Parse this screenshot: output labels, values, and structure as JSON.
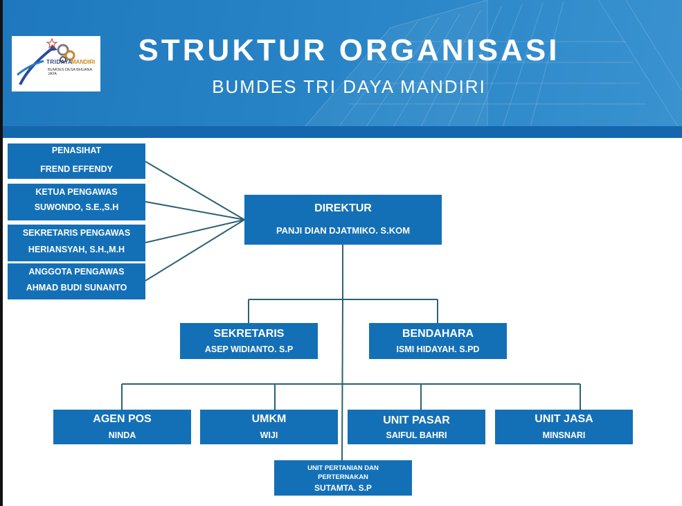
{
  "header": {
    "title": "STRUKTUR ORGANISASI",
    "subtitle": "BUMDES TRI DAYA MANDIRI",
    "logo": {
      "brand_part1": "TRIDAYA",
      "brand_part2": "MANDIRI",
      "tagline": "BUMDES DESA BHUANA JAYA"
    }
  },
  "colors": {
    "header_bg": "#2a86c8",
    "box_bg": "#1470b6",
    "connector": "#2a6174"
  },
  "pengawas": [
    {
      "role": "PENASIHAT",
      "name": "FREND EFFENDY"
    },
    {
      "role": "KETUA PENGAWAS",
      "name": "SUWONDO, S.E.,S.H"
    },
    {
      "role": "SEKRETARIS PENGAWAS",
      "name": "HERIANSYAH, S.H.,M.H"
    },
    {
      "role": "ANGGOTA PENGAWAS",
      "name": "AHMAD BUDI SUNANTO"
    }
  ],
  "direktur": {
    "role": "DIREKTUR",
    "name": "PANJI DIAN DJATMIKO. S.KOM"
  },
  "staff": [
    {
      "role": "SEKRETARIS",
      "name": "ASEP WIDIANTO. S.P"
    },
    {
      "role": "BENDAHARA",
      "name": "ISMI HIDAYAH. S.PD"
    }
  ],
  "units": [
    {
      "role": "AGEN POS",
      "name": "NINDA"
    },
    {
      "role": "UMKM",
      "name": "WIJI"
    },
    {
      "role": "UNIT PASAR",
      "name": "SAIFUL BAHRI"
    },
    {
      "role": "UNIT JASA",
      "name": "MINSNARI"
    },
    {
      "role": "UNIT PERTANIAN DAN PERTERNAKAN",
      "name": "SUTAMTA. S.P"
    }
  ]
}
